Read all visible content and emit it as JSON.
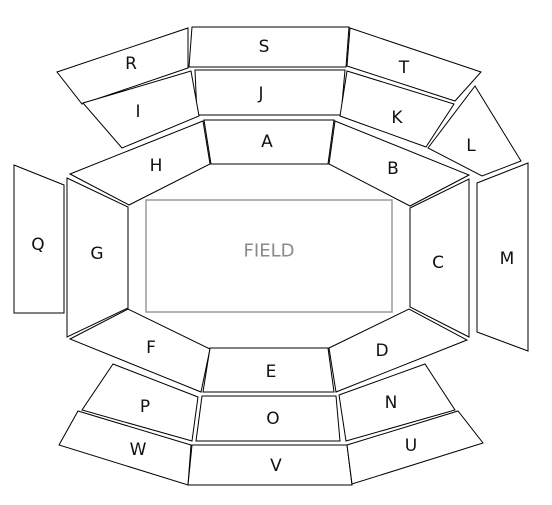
{
  "field": {
    "label": "FIELD"
  },
  "sections": {
    "S": "S",
    "R": "R",
    "T": "T",
    "J": "J",
    "I": "I",
    "K": "K",
    "L": "L",
    "A": "A",
    "H": "H",
    "B": "B",
    "Q": "Q",
    "G": "G",
    "C": "C",
    "M": "M",
    "F": "F",
    "E": "E",
    "D": "D",
    "P": "P",
    "O": "O",
    "N": "N",
    "W": "W",
    "V": "V",
    "U": "U"
  },
  "colors": {
    "outline": "#000000",
    "field_outline": "#9a9a9a",
    "field_label": "#8a8a8a"
  }
}
